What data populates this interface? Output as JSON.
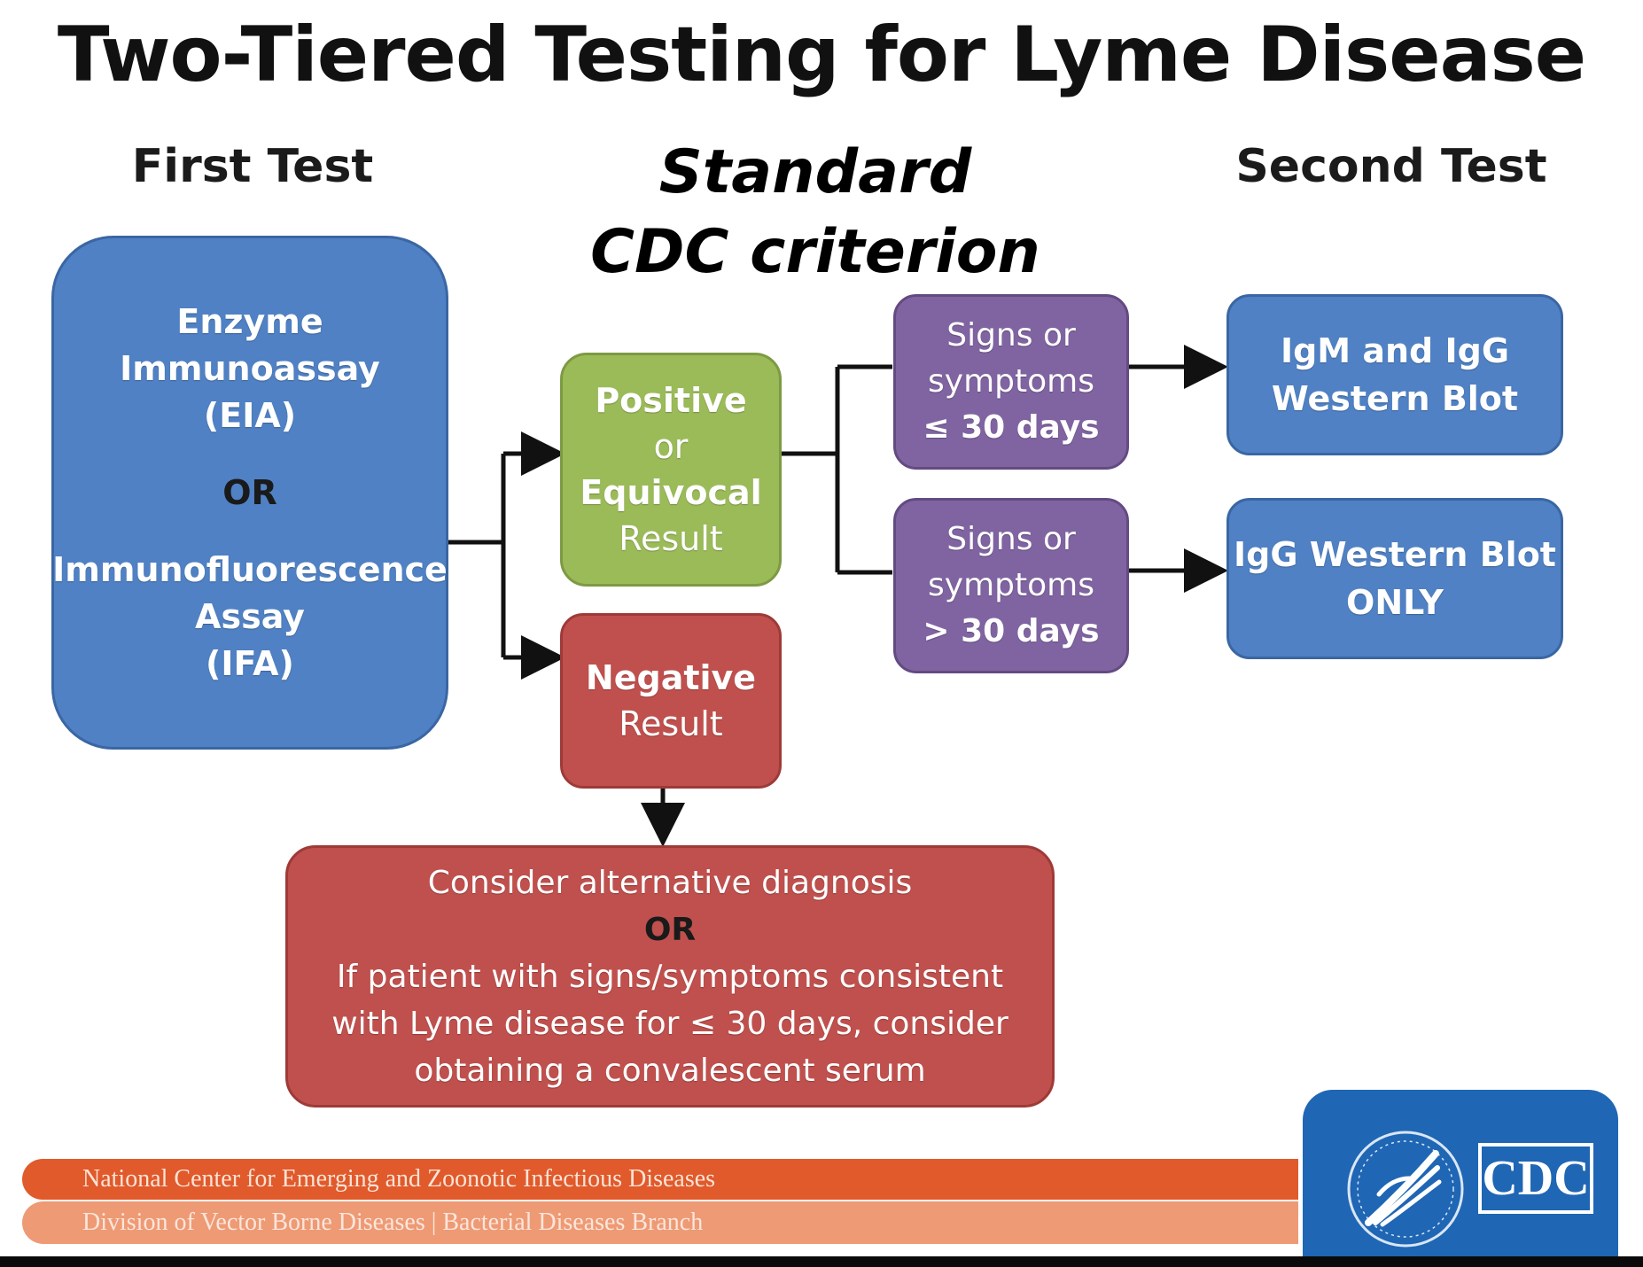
{
  "title": "Two-Tiered Testing for Lyme Disease",
  "headers": {
    "first_test": "First Test",
    "criterion_line1": "Standard",
    "criterion_line2": "CDC criterion",
    "second_test": "Second Test"
  },
  "first_test_box": {
    "lines": [
      "Enzyme",
      "Immunoassay",
      "(EIA)",
      "OR",
      "Immunofluorescence",
      "Assay",
      "(IFA)"
    ]
  },
  "positive_box": {
    "lines": [
      "Positive",
      "or",
      "Equivocal",
      "Result"
    ]
  },
  "negative_box": {
    "lines": [
      "Negative",
      "Result"
    ]
  },
  "short_symptoms_box": {
    "lines": [
      "Signs or",
      "symptoms",
      "≤ 30 days"
    ]
  },
  "long_symptoms_box": {
    "lines": [
      "Signs or",
      "symptoms",
      "> 30 days"
    ]
  },
  "igm_igg_box": {
    "lines": [
      "IgM  and IgG",
      "Western Blot"
    ]
  },
  "igg_only_box": {
    "lines": [
      "IgG Western Blot",
      "ONLY"
    ]
  },
  "alternative_box": {
    "lines": [
      "Consider alternative diagnosis",
      "OR",
      "If patient with signs/symptoms consistent",
      "with Lyme disease for ≤ 30 days, consider",
      "obtaining a convalescent serum"
    ]
  },
  "footer": {
    "line1": "National Center for Emerging and Zoonotic Infectious Diseases",
    "line2": "Division of Vector Borne Diseases | Bacterial Diseases Branch",
    "logo_text": "CDC",
    "logo_icon": "hhs-eagle-icon"
  },
  "colors": {
    "blue": "#4f81c4",
    "green": "#9bbb59",
    "red": "#c0504d",
    "purple": "#8064a2",
    "footer_orange": "#e05a2b",
    "footer_salmon": "#ee9a74",
    "logo_blue": "#1f66b4"
  }
}
